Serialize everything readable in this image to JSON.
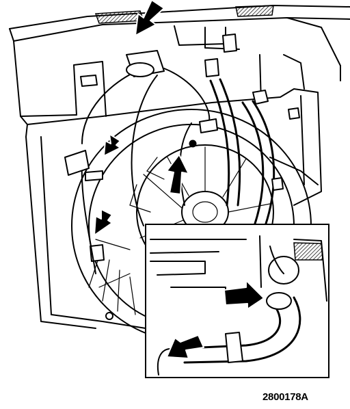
{
  "figure": {
    "number_label": "2800178A"
  },
  "colors": {
    "ink": "#000000",
    "paper": "#ffffff"
  },
  "icons": [
    "arrow-callout",
    "detail-inset",
    "cooling-fan"
  ]
}
